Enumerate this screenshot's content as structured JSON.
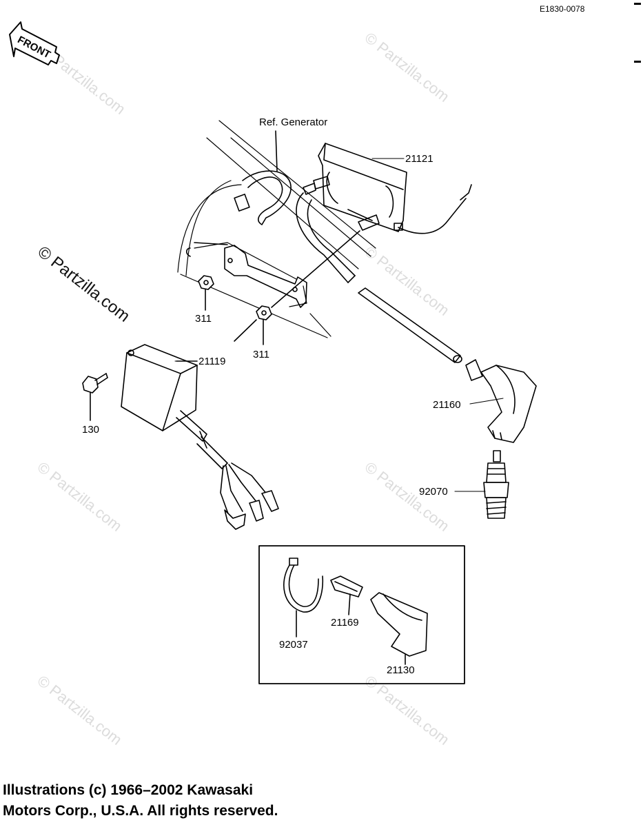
{
  "diagram_code": "E1830-0078",
  "front_label": "FRONT",
  "watermark_text": "© Partzilla.com",
  "labels": {
    "ref_generator": "Ref.  Generator",
    "p21121": "21121",
    "p311_a": "311",
    "p311_b": "311",
    "p21119": "21119",
    "p130": "130",
    "p21160": "21160",
    "p92070": "92070",
    "p92037": "92037",
    "p21169": "21169",
    "p21130": "21130"
  },
  "copyright": {
    "line1": "Illustrations (c) 1966–2002 Kawasaki",
    "line2": "Motors Corp., U.S.A.  All rights reserved."
  }
}
